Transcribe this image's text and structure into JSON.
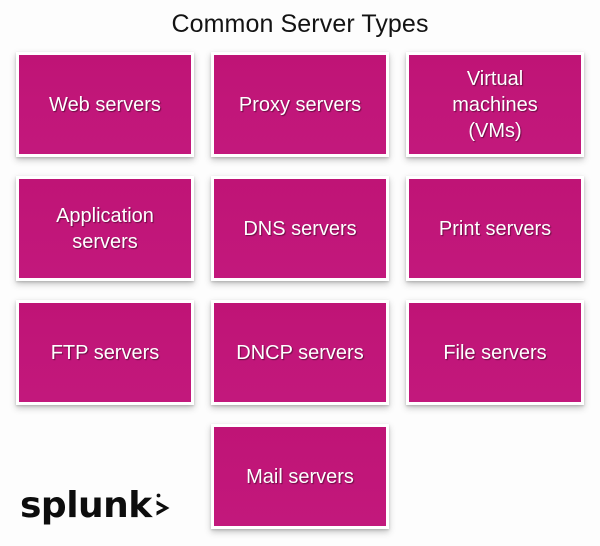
{
  "title": "Common Server Types",
  "colors": {
    "card_fill": "#BF1476",
    "card_border": "#FFFFFF",
    "card_text": "#FFFFFF",
    "title_text": "#131313",
    "background": "#FDFDFD",
    "logo_text": "#0D0D0D"
  },
  "cards": [
    {
      "label": "Web servers",
      "row": 1,
      "col": 1
    },
    {
      "label": "Proxy servers",
      "row": 1,
      "col": 2
    },
    {
      "label": "Virtual\nmachines\n(VMs)",
      "row": 1,
      "col": 3
    },
    {
      "label": "Application\nservers",
      "row": 2,
      "col": 1
    },
    {
      "label": "DNS servers",
      "row": 2,
      "col": 2
    },
    {
      "label": "Print servers",
      "row": 2,
      "col": 3
    },
    {
      "label": "FTP servers",
      "row": 3,
      "col": 1
    },
    {
      "label": "DNCP servers",
      "row": 3,
      "col": 2
    },
    {
      "label": "File servers",
      "row": 3,
      "col": 3
    },
    {
      "label": "Mail servers",
      "row": 4,
      "col": 2
    }
  ],
  "logo": {
    "word": "splunk",
    "chevron": ">"
  }
}
